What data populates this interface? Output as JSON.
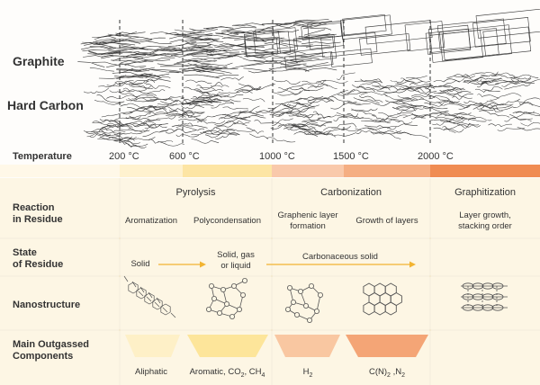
{
  "materials": {
    "graphite": "Graphite",
    "hard_carbon": "Hard Carbon"
  },
  "temperature": {
    "label": "Temperature",
    "ticks": [
      "200 °C",
      "600 °C",
      "1000 °C",
      "1500 °C",
      "2000 °C"
    ]
  },
  "rows": {
    "reaction": "Reaction\nin Residue",
    "state": "State\nof Residue",
    "nanostructure": "Nanostructure",
    "outgassed": "Main Outgassed\nComponents"
  },
  "stages": {
    "pyrolysis": "Pyrolysis",
    "carbonization": "Carbonization",
    "graphitization": "Graphitization"
  },
  "reactions": {
    "aromatization": "Aromatization",
    "polycondensation": "Polycondensation",
    "graphenic": "Graphenic layer\nformation",
    "growth_layers": "Growth of layers",
    "layer_growth": "Layer growth,\nstacking order"
  },
  "states": {
    "solid": "Solid",
    "mixed": "Solid, gas\nor liquid",
    "carbonaceous": "Carbonaceous solid"
  },
  "gases": {
    "aliphatic": "Aliphatic",
    "aromatic_prefix": "Aromatic, CO",
    "aromatic_s1": "2",
    "aromatic_mid": ", CH",
    "aromatic_s2": "4",
    "h_prefix": "H",
    "h_sub": "2",
    "cn_prefix": "C(N)",
    "cn_s1": "2",
    "cn_mid": " ,N",
    "cn_s2": "2"
  },
  "colors": {
    "band1": "#fde9b4",
    "band2": "#f9c9a6",
    "band3": "#f4a878",
    "band4": "#f08c52",
    "arrow": "#f2b431",
    "panel": "#fdf6e4"
  }
}
